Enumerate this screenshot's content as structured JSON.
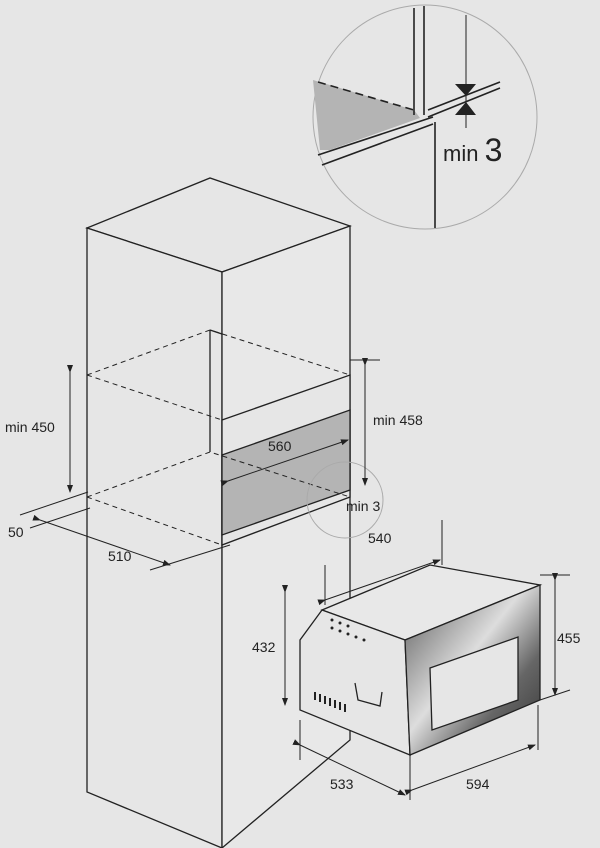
{
  "diagram": {
    "detail": {
      "label_prefix": "min",
      "label_value": "3"
    },
    "niche": {
      "height_left": "min 450",
      "height_right": "min 458",
      "width": "560",
      "gap": "min 3",
      "front_offset": "50",
      "depth": "510"
    },
    "appliance": {
      "depth_top": "540",
      "height_body": "432",
      "height_front": "455",
      "depth_bottom": "533",
      "width_front": "594"
    },
    "colors": {
      "background": "#e6e6e6",
      "line": "#222222",
      "niche_floor": "#b4b4b4"
    }
  }
}
